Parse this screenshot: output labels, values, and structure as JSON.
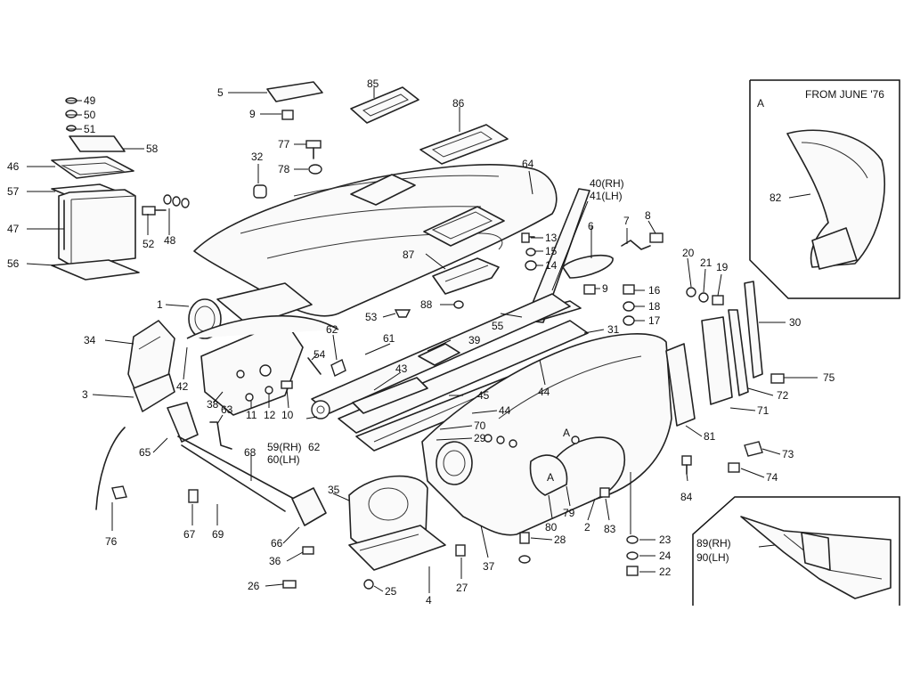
{
  "inset_a": {
    "marker": "A",
    "title": "FROM JUNE '76"
  },
  "callout_markers": [
    "A",
    "A"
  ],
  "labels": [
    {
      "id": "49",
      "text": "49"
    },
    {
      "id": "50",
      "text": "50"
    },
    {
      "id": "51",
      "text": "51"
    },
    {
      "id": "58",
      "text": "58"
    },
    {
      "id": "46",
      "text": "46"
    },
    {
      "id": "57",
      "text": "57"
    },
    {
      "id": "47",
      "text": "47"
    },
    {
      "id": "56",
      "text": "56"
    },
    {
      "id": "52",
      "text": "52"
    },
    {
      "id": "48",
      "text": "48"
    },
    {
      "id": "5",
      "text": "5"
    },
    {
      "id": "9a",
      "text": "9"
    },
    {
      "id": "85",
      "text": "85"
    },
    {
      "id": "86",
      "text": "86"
    },
    {
      "id": "77",
      "text": "77"
    },
    {
      "id": "78",
      "text": "78"
    },
    {
      "id": "32",
      "text": "32"
    },
    {
      "id": "64",
      "text": "64"
    },
    {
      "id": "40",
      "text": "40(RH)"
    },
    {
      "id": "41",
      "text": "41(LH)"
    },
    {
      "id": "7",
      "text": "7"
    },
    {
      "id": "8",
      "text": "8"
    },
    {
      "id": "6",
      "text": "6"
    },
    {
      "id": "13",
      "text": "13"
    },
    {
      "id": "15",
      "text": "15"
    },
    {
      "id": "14",
      "text": "14"
    },
    {
      "id": "87",
      "text": "87"
    },
    {
      "id": "88",
      "text": "88"
    },
    {
      "id": "9b",
      "text": "9"
    },
    {
      "id": "16",
      "text": "16"
    },
    {
      "id": "18",
      "text": "18"
    },
    {
      "id": "17",
      "text": "17"
    },
    {
      "id": "20",
      "text": "20"
    },
    {
      "id": "21",
      "text": "21"
    },
    {
      "id": "19",
      "text": "19"
    },
    {
      "id": "30",
      "text": "30"
    },
    {
      "id": "1",
      "text": "1"
    },
    {
      "id": "34",
      "text": "34"
    },
    {
      "id": "3",
      "text": "3"
    },
    {
      "id": "42",
      "text": "42"
    },
    {
      "id": "53",
      "text": "53"
    },
    {
      "id": "55",
      "text": "55"
    },
    {
      "id": "31",
      "text": "31"
    },
    {
      "id": "62a",
      "text": "62"
    },
    {
      "id": "61",
      "text": "61"
    },
    {
      "id": "39",
      "text": "39"
    },
    {
      "id": "54",
      "text": "54"
    },
    {
      "id": "43",
      "text": "43"
    },
    {
      "id": "44a",
      "text": "44"
    },
    {
      "id": "75",
      "text": "75"
    },
    {
      "id": "72",
      "text": "72"
    },
    {
      "id": "71",
      "text": "71"
    },
    {
      "id": "38",
      "text": "38"
    },
    {
      "id": "11",
      "text": "11"
    },
    {
      "id": "12",
      "text": "12"
    },
    {
      "id": "10",
      "text": "10"
    },
    {
      "id": "63",
      "text": "63"
    },
    {
      "id": "45",
      "text": "45"
    },
    {
      "id": "44b",
      "text": "44"
    },
    {
      "id": "70",
      "text": "70"
    },
    {
      "id": "29",
      "text": "29"
    },
    {
      "id": "65",
      "text": "65"
    },
    {
      "id": "68",
      "text": "68"
    },
    {
      "id": "59",
      "text": "59(RH)"
    },
    {
      "id": "60",
      "text": "60(LH)"
    },
    {
      "id": "62b",
      "text": "62"
    },
    {
      "id": "81",
      "text": "81"
    },
    {
      "id": "73",
      "text": "73"
    },
    {
      "id": "74",
      "text": "74"
    },
    {
      "id": "84",
      "text": "84"
    },
    {
      "id": "35",
      "text": "35"
    },
    {
      "id": "67",
      "text": "67"
    },
    {
      "id": "69",
      "text": "69"
    },
    {
      "id": "76",
      "text": "76"
    },
    {
      "id": "66",
      "text": "66"
    },
    {
      "id": "36",
      "text": "36"
    },
    {
      "id": "26",
      "text": "26"
    },
    {
      "id": "25",
      "text": "25"
    },
    {
      "id": "4",
      "text": "4"
    },
    {
      "id": "27",
      "text": "27"
    },
    {
      "id": "37",
      "text": "37"
    },
    {
      "id": "28",
      "text": "28"
    },
    {
      "id": "80",
      "text": "80"
    },
    {
      "id": "79",
      "text": "79"
    },
    {
      "id": "2",
      "text": "2"
    },
    {
      "id": "83",
      "text": "83"
    },
    {
      "id": "23",
      "text": "23"
    },
    {
      "id": "24",
      "text": "24"
    },
    {
      "id": "22",
      "text": "22"
    },
    {
      "id": "82",
      "text": "82"
    },
    {
      "id": "89",
      "text": "89(RH)"
    },
    {
      "id": "90",
      "text": "90(LH)"
    }
  ]
}
